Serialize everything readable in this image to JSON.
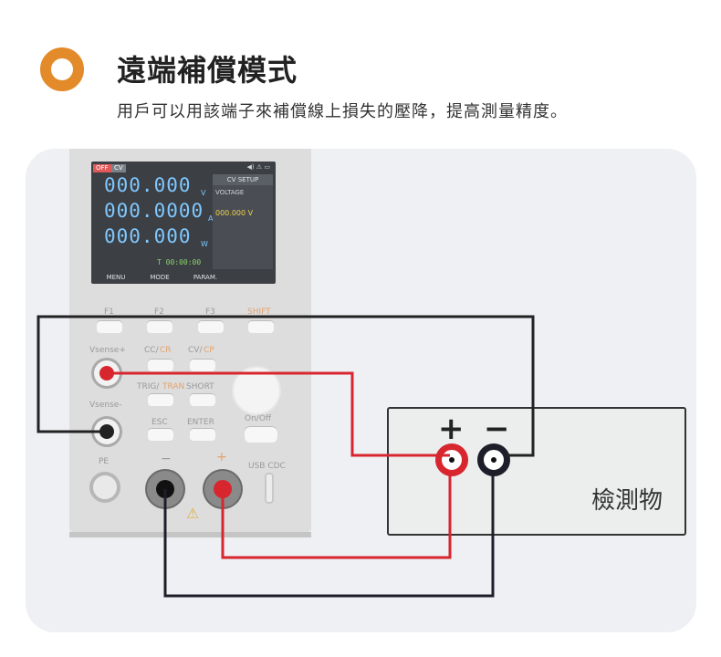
{
  "header": {
    "title": "遠端補償模式",
    "subtitle": "用戶可以用該端子來補償線上損失的壓降，提高測量精度。",
    "accent_color": "#e38a2a"
  },
  "device": {
    "screen": {
      "status_off": "OFF",
      "status_cv": "CV",
      "voltage": "000.000",
      "voltage_unit": "V",
      "current": "000.0000",
      "current_unit": "A",
      "power": "000.000",
      "power_unit": "W",
      "timer": "T 00:00:00",
      "cv_setup_title": "CV SETUP",
      "cv_setup_label": "VOLTAGE",
      "cv_setup_value": "000.000 V",
      "softkeys": [
        "MENU",
        "MODE",
        "PARAM."
      ]
    },
    "function_keys": [
      "F1",
      "F2",
      "F3",
      "SHIFT"
    ],
    "labels": {
      "vsense_plus": "Vsense+",
      "vsense_minus": "Vsense-",
      "cc": "CC/",
      "cr": "CR",
      "cv": "CV/",
      "cp": "CP",
      "trig": "TRIG/",
      "tran": "TRAN",
      "short": "SHORT",
      "esc": "ESC",
      "enter": "ENTER",
      "onoff": "On/Off",
      "pe": "PE",
      "minus": "−",
      "plus": "+",
      "usb": "USB CDC"
    }
  },
  "dut": {
    "plus": "+",
    "minus": "−",
    "label": "檢測物"
  },
  "colors": {
    "sense_wire": "#222222",
    "power_wire_pos": "#d8262f",
    "power_wire_neg": "#1e1e2a"
  }
}
